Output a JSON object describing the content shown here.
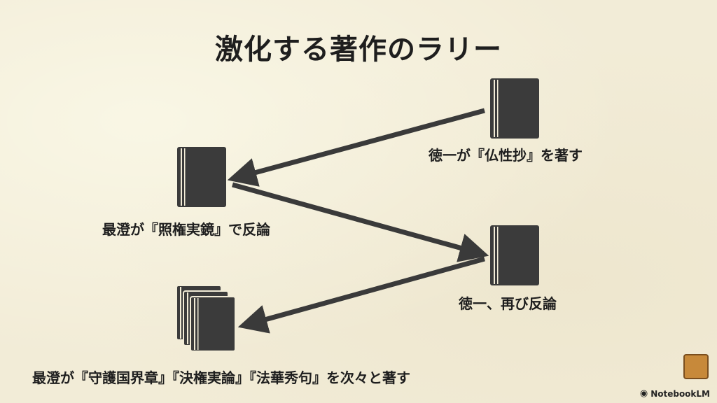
{
  "title": "激化する著作のラリー",
  "steps": [
    {
      "label": "徳一が『仏性抄』を著す"
    },
    {
      "label": "最澄が『照権実鏡』で反論"
    },
    {
      "label": "徳一、再び反論"
    },
    {
      "label": "最澄が『守護国界章』『決権実論』『法華秀句』を次々と著す"
    }
  ],
  "brand": {
    "name": "NotebookLM",
    "icon": "notebooklm-logo-icon"
  },
  "colors": {
    "background": "#f2ecd7",
    "ink": "#3a3a3a",
    "text": "#1e1e1e"
  }
}
